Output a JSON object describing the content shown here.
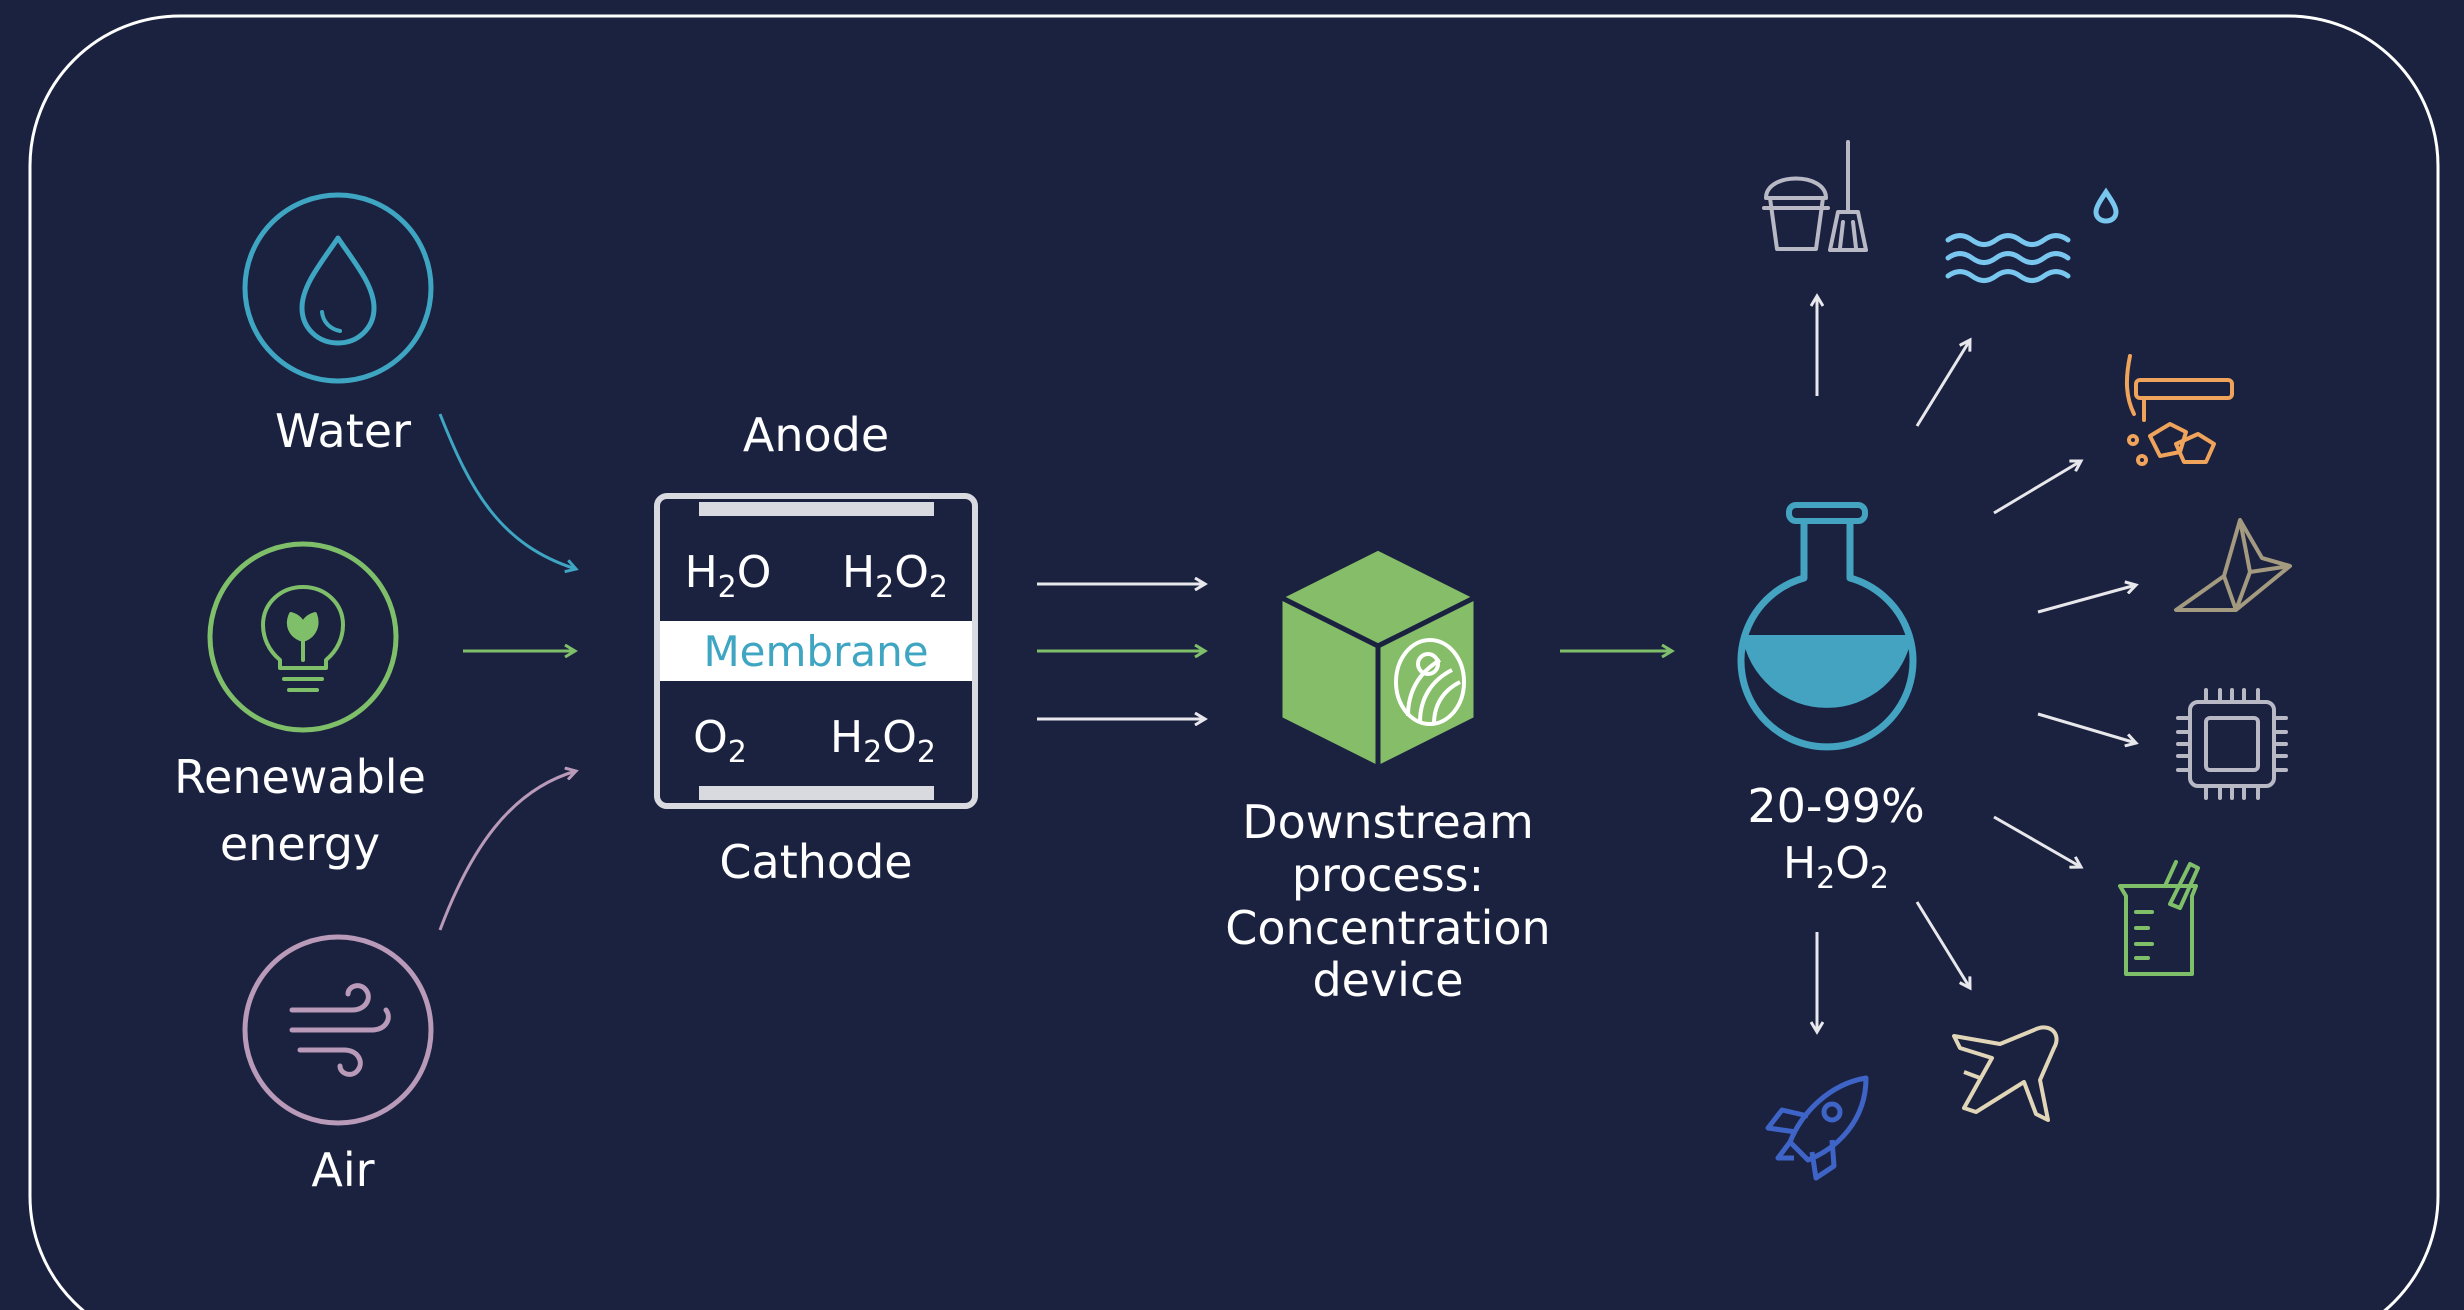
{
  "inputs": {
    "water": "Water",
    "energy_line1": "Renewable",
    "energy_line2": "energy",
    "air": "Air"
  },
  "cell": {
    "anode": "Anode",
    "cathode": "Cathode",
    "membrane": "Membrane",
    "anode_left": {
      "a": "H",
      "a_sub": "2",
      "b": "O"
    },
    "anode_right": {
      "a": "H",
      "a_sub": "2",
      "b": "O",
      "b_sub": "2"
    },
    "cathode_left": {
      "a": "O",
      "a_sub": "2"
    },
    "cathode_right": {
      "a": "H",
      "a_sub": "2",
      "b": "O",
      "b_sub": "2"
    }
  },
  "process": {
    "line1": "Downstream",
    "line2": "process:",
    "line3": "Concentration",
    "line4": "device"
  },
  "product": {
    "percent": "20-99%",
    "formula": {
      "a": "H",
      "a_sub": "2",
      "b": "O",
      "b_sub": "2"
    }
  },
  "icons": {
    "inputs": [
      "droplet-icon",
      "lightbulb-leaf-icon",
      "wind-icon"
    ],
    "device": "cube-logo-icon",
    "flask": "flask-icon",
    "applications": [
      "cleaning-bucket-broom-icon",
      "water-treatment-waves-icon",
      "mining-pickaxe-icon",
      "paper-origami-icon",
      "microchip-icon",
      "chemical-beaker-icon",
      "airplane-icon",
      "rocket-icon"
    ]
  },
  "colors": {
    "background": "#1b2240",
    "water": "#3ea6c2",
    "energy": "#7fbf6a",
    "air": "#b99ab8",
    "membrane_text": "#3ea6c2",
    "cube": "#86bd68",
    "flask_liquid": "#44a3c1",
    "arrow": "#e8e8ec"
  }
}
